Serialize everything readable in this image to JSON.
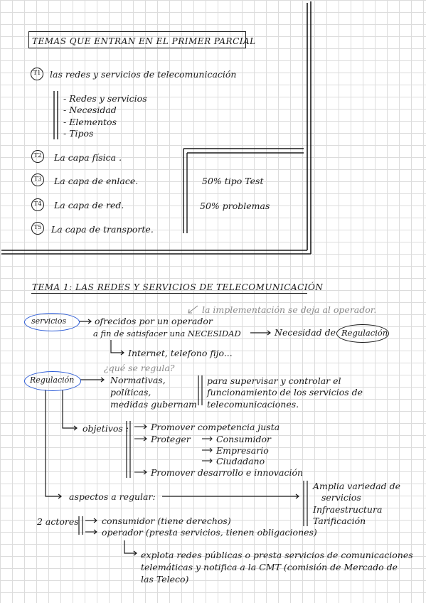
{
  "section1": {
    "title": "TEMAS QUE ENTRAN EN EL PRIMER PARCIAL",
    "topics": [
      {
        "badge": "T1",
        "label": "las redes y servicios de telecomunicación"
      },
      {
        "badge": "T2",
        "label": "La capa física ."
      },
      {
        "badge": "T3",
        "label": "La capa de enlace."
      },
      {
        "badge": "T4",
        "label": "La capa de red."
      },
      {
        "badge": "T5",
        "label": "La capa de transporte."
      }
    ],
    "t1_subitems": [
      "- Redes y servicios",
      "- Necesidad",
      "- Elementos",
      "- Tipos"
    ],
    "exam": [
      "50% tipo Test",
      "50% problemas"
    ]
  },
  "section2": {
    "title": "TEMA 1: LAS REDES Y SERVICIOS DE TELECOMUNICACIÓN",
    "servicios": {
      "word": "servicios",
      "line1": "ofrecidos por un operador",
      "annotation": "la implementación se deja al operador.",
      "line2": "a fin de satisfacer una NECESIDAD",
      "necesidad_de": "Necesidad de",
      "regulacion_word": "Regulación",
      "examples": "Internet, telefono fijo..."
    },
    "regulacion": {
      "question": "¿qué se regula?",
      "word": "Regulación",
      "items": [
        "Normativas,",
        "políticas,",
        "medidas gubernam"
      ],
      "purpose": [
        "para supervisar y controlar el",
        "funcionamiento de los servicios de",
        "telecomunicaciones."
      ],
      "objetivos_label": "objetivos :",
      "objectives": [
        "Promover competencia justa",
        "Proteger",
        "Promover desarrollo e innovación"
      ],
      "protect": [
        "Consumidor",
        "Empresario",
        "Ciudadano"
      ],
      "aspectos_label": "aspectos a regular:",
      "aspectos": [
        "Amplia variedad de",
        "servicios",
        "Infraestructura",
        "Tarificación"
      ]
    },
    "actores": {
      "label": "2 actores",
      "items": [
        "consumidor (tiene derechos)",
        "operador (presta servicios, tienen obligaciones)"
      ],
      "note": [
        "explota redes públicas o presta servicios de comunicaciones",
        "telemáticas y notifica a la CMT (comisión de Mercado de",
        "las Teleco)"
      ]
    }
  }
}
